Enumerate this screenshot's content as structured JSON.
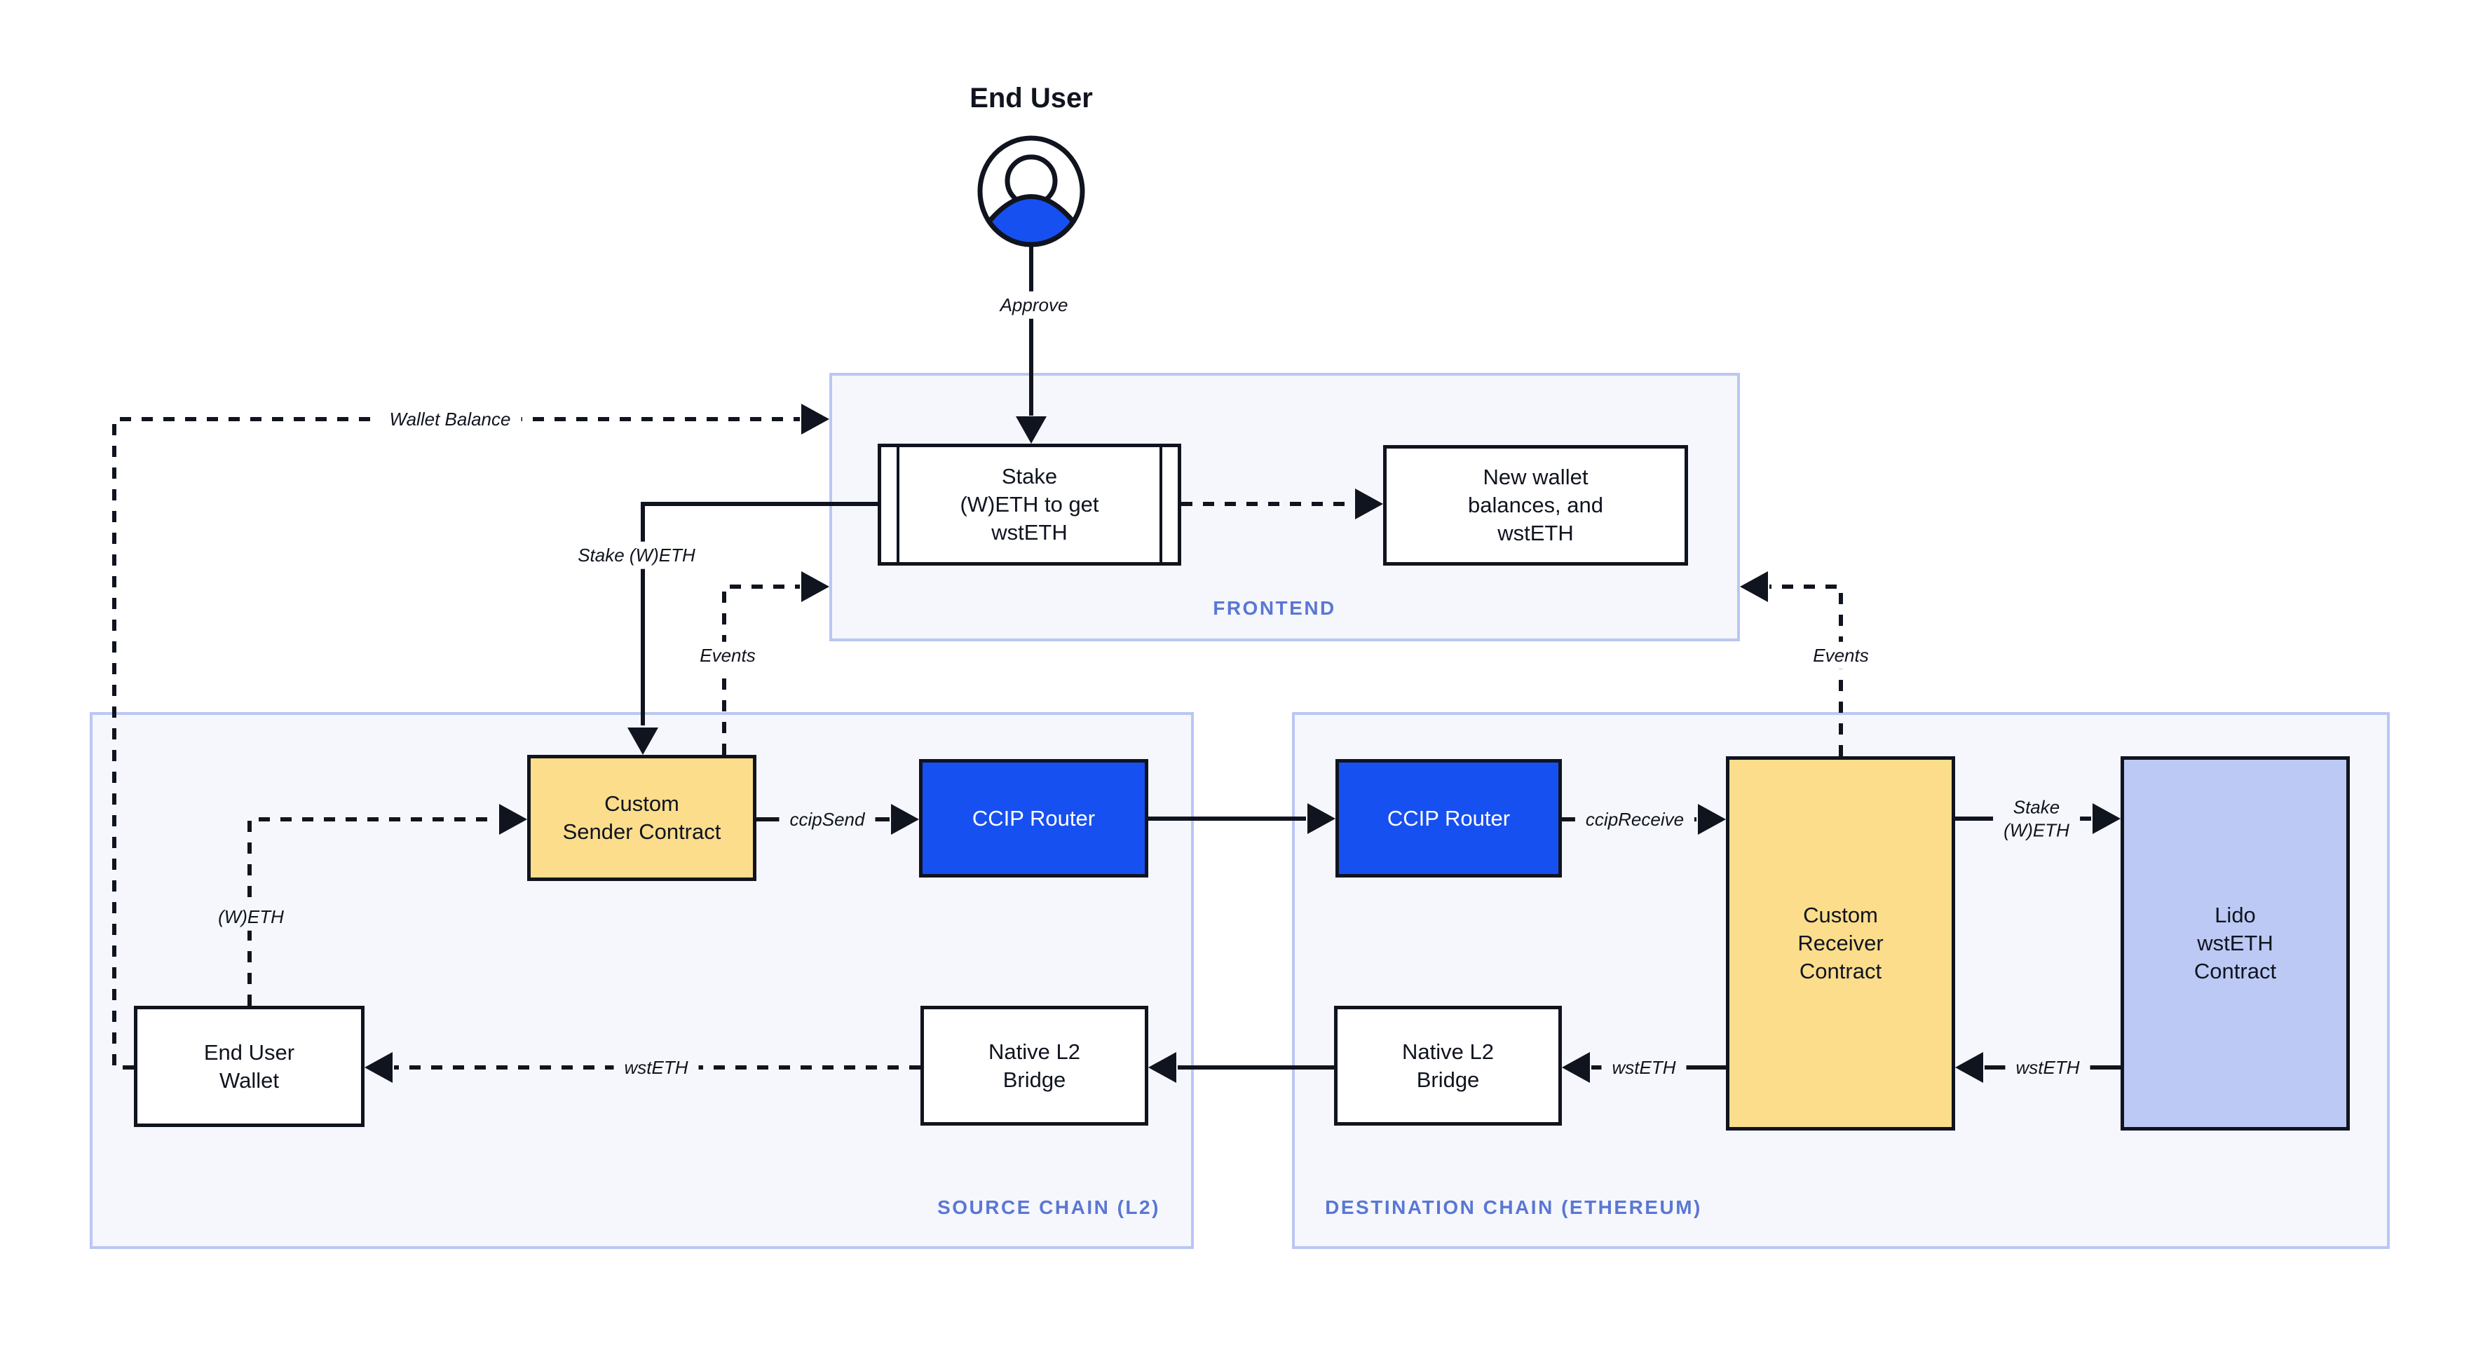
{
  "title": {
    "end_user": "End User"
  },
  "frontend": {
    "label": "FRONTEND",
    "stake_box": "Stake\n(W)ETH to get\nwstETH",
    "new_wallet_box": "New wallet\nbalances, and\nwstETH"
  },
  "source_chain": {
    "label": "SOURCE CHAIN (L2)",
    "custom_sender": "Custom\nSender Contract",
    "ccip_router": "CCIP Router",
    "end_user_wallet": "End User\nWallet",
    "native_bridge": "Native L2\nBridge"
  },
  "destination_chain": {
    "label": "DESTINATION CHAIN (ETHEREUM)",
    "ccip_router": "CCIP Router",
    "custom_receiver": "Custom\nReceiver\nContract",
    "lido": "Lido\nwstETH\nContract",
    "native_bridge": "Native L2\nBridge"
  },
  "edges": {
    "approve": "Approve",
    "wallet_balance": "Wallet Balance",
    "stake_weth": "Stake (W)ETH",
    "events_source": "Events",
    "events_destination": "Events",
    "ccip_send": "ccipSend",
    "ccip_receive": "ccipReceive",
    "weth": "(W)ETH",
    "wsteth_to_wallet": "wstETH",
    "stake_weth_lido": "Stake\n(W)ETH",
    "wsteth_from_lido": "wstETH",
    "wsteth_to_bridge": "wstETH"
  },
  "colors": {
    "line": "#10141f",
    "router_blue": "#1750F0",
    "contract_yellow": "#FBDD8C",
    "lido_lavender": "#BCC9F4",
    "container_bg": "#F5F7FC",
    "container_border": "#B9C7F3",
    "container_label": "#5B77D4"
  }
}
